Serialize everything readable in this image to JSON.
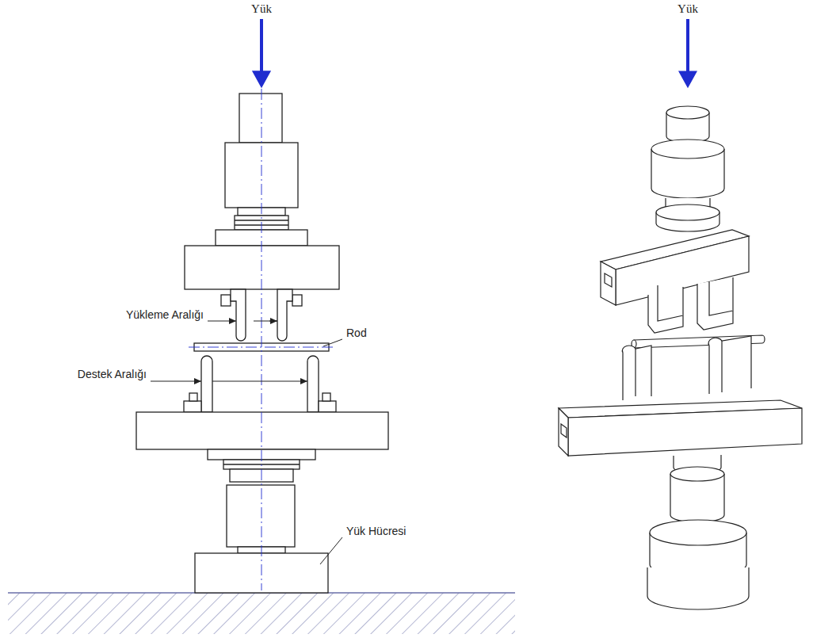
{
  "diagram": {
    "labels": [
      "Yük",
      "Yükleme Aralığı",
      "Rod",
      "Destek Aralığı",
      "Yük Hücresi",
      "Yük"
    ]
  }
}
